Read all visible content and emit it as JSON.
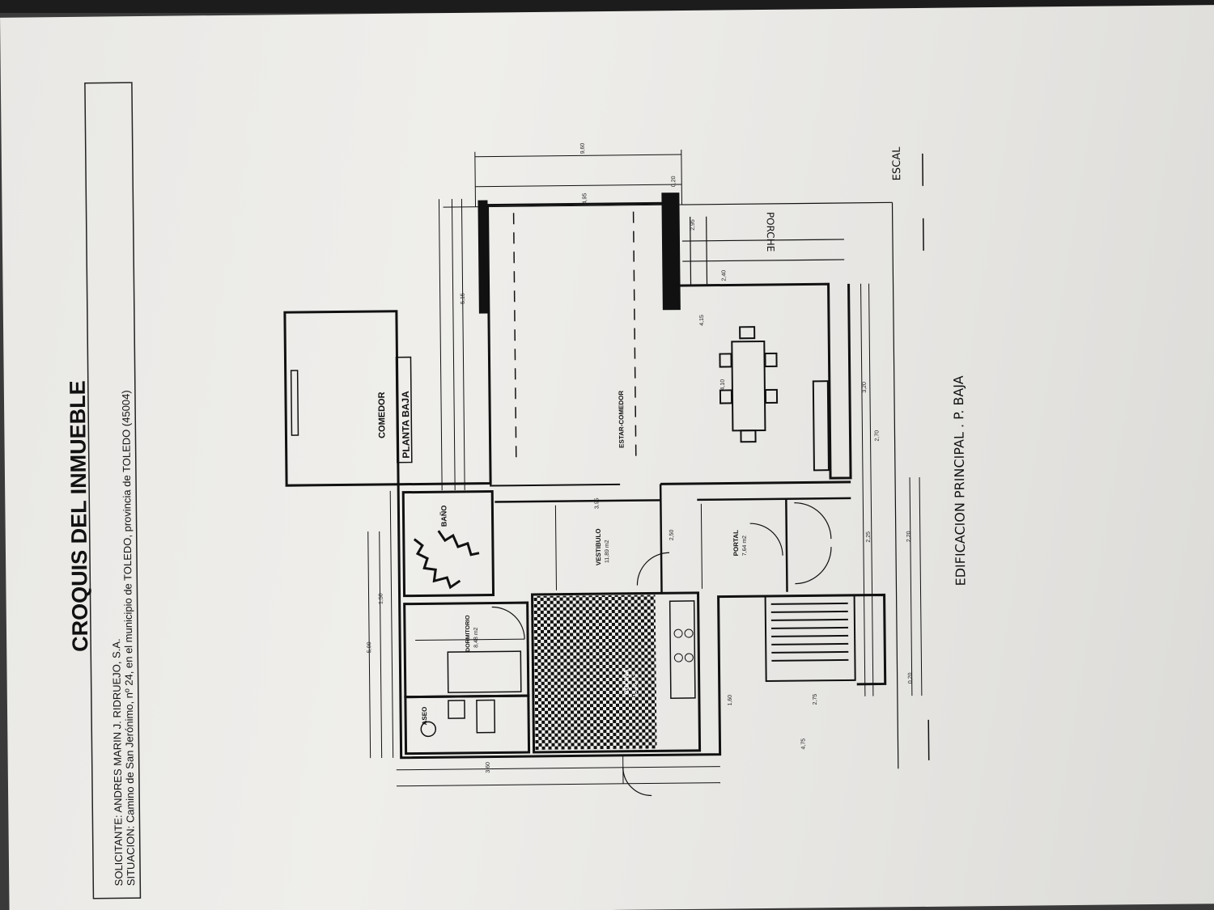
{
  "header": {
    "title": "CROQUIS DEL INMUEBLE",
    "solicitante": "SOLICITANTE: ANDRES MARIN J. RIDRUEJO, S.A.",
    "situacion": "SITUACION:   Camino de San Jerónimo, nº 24,  en el municipio de TOLEDO,  provincia de TOLEDO (45004)"
  },
  "plan": {
    "title": "PLANTA BAJA",
    "footer": "EDIFICACION PRINCIPAL .  P. BAJA",
    "escal": "ESCAL",
    "rooms": {
      "comedor": "COMEDOR",
      "estar_comedor": "ESTAR-COMEDOR",
      "porche": "PORCHE",
      "vestibulo": "VESTIBULO",
      "vestibulo_area": "11,89 m2",
      "portal": "PORTAL",
      "portal_area": "7,64 m2",
      "bano": "BAÑO",
      "dormitorio": "DORMITORIO",
      "dormitorio_area": "8,48 m2",
      "cocina": "COCINA",
      "cocina_area": "13,46 m2",
      "aseo": "ASEO"
    },
    "dimensions": {
      "top_total": "9,60",
      "top_mid": "4,95",
      "d1": "2,95",
      "d2": "0,20",
      "d3": "2,40",
      "d4": "4,15",
      "d5": "5,15",
      "d6": "4,10",
      "d7": "2,20",
      "d8": "3,95",
      "d9": "2,50",
      "d10": "3,20",
      "d11": "2,70",
      "d12": "2,25",
      "d13": "2,75",
      "d14": "5,00",
      "d15": "1,50",
      "d16": "4,75",
      "d17": "3,60",
      "d18": "1,60",
      "d19": "0,20"
    }
  }
}
